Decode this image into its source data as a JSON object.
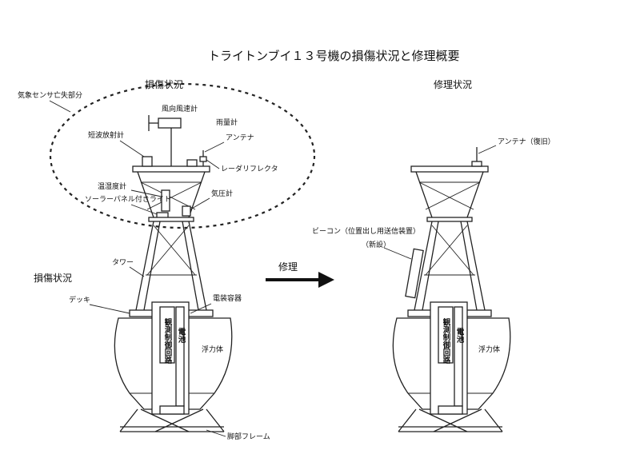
{
  "title": "トライトンブイ１３号機の損傷状況と修理概要",
  "left": {
    "damage_heading": "損傷状況",
    "lost_parts": "気象センサ亡失部分",
    "damage_heading_lower": "損傷状況",
    "labels": {
      "wind": "風向風速計",
      "rain": "雨量計",
      "shortwave": "短波放射計",
      "antenna": "アンテナ",
      "radar": "レーダリフレクタ",
      "temp_humidity": "温湿度計",
      "solar_light": "ソーラーパネル付きライト",
      "pressure": "気圧計",
      "tower": "タワー",
      "deck": "デッキ",
      "electric_box": "電装容器",
      "float_body": "浮力体",
      "frame": "脚部フレーム",
      "obs_circuit": "観測制御回路",
      "battery": "電池"
    }
  },
  "arrow_label": "修理",
  "right": {
    "heading": "修理状況",
    "labels": {
      "antenna": "アンテナ（復旧）",
      "beacon": "ビーコン（位置出し用送信装置）",
      "new": "（新設）",
      "float_body": "浮力体",
      "obs_circuit": "観測制御回路",
      "battery": "電池"
    }
  },
  "colors": {
    "ink": "#222222",
    "background": "#ffffff"
  }
}
